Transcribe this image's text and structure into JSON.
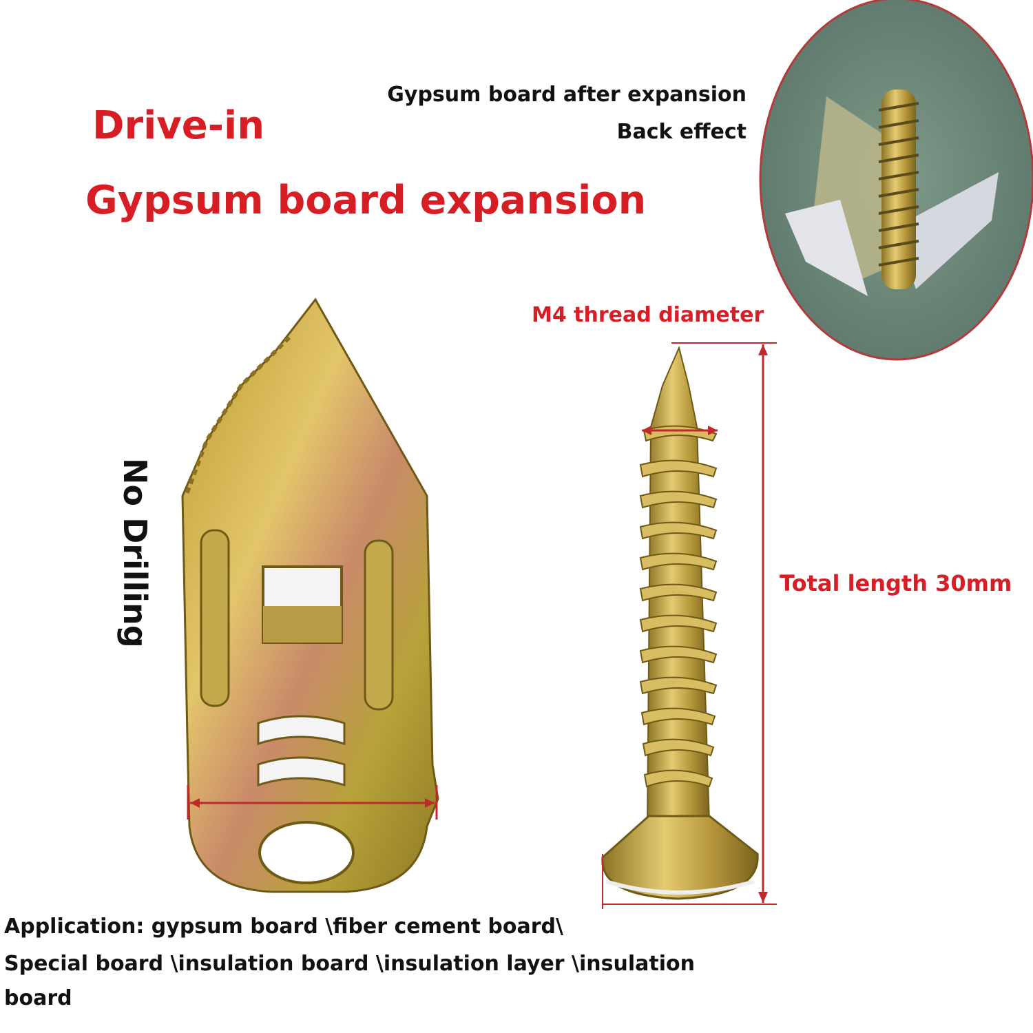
{
  "headline": {
    "line1": "Drive-in",
    "line2": "Gypsum board expansion"
  },
  "back_effect": {
    "line1": "Gypsum board after expansion",
    "line2": "Back effect"
  },
  "side_label": "No Drilling",
  "dimensions": {
    "thread": "M4 thread diameter",
    "length": "Total length 30mm"
  },
  "application": {
    "line1": "Application: gypsum board \\fiber cement board\\",
    "line2": "Special board \\insulation board \\insulation layer \\insulation",
    "line3": "board"
  },
  "colors": {
    "headline": "#d81e25",
    "body_text": "#111111",
    "dimension_line": "#c0282c",
    "metal_gold": "#c9a63c"
  }
}
